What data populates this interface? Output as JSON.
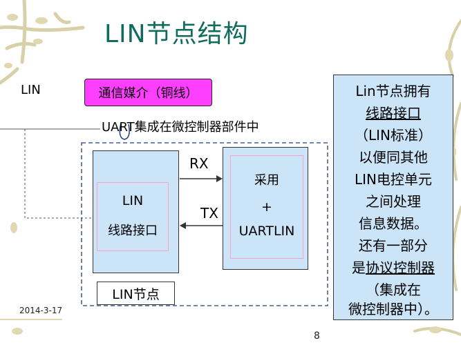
{
  "title": "LIN节点结构",
  "lin_label": "LIN",
  "medium_label": "通信媒介（铜线）",
  "uart_note": "UART集成在微控制器部件中",
  "node": {
    "line1": "LIN",
    "line2": "线路接口",
    "caption": "LIN节点"
  },
  "controller": {
    "line1": "采用",
    "line2": "+",
    "line3": "UARTLIN"
  },
  "arrows": {
    "rx": "RX",
    "tx": "TX"
  },
  "side_text": {
    "l1": "Lin节点拥有",
    "l2": "线路接口",
    "l3": "（LIN标准）",
    "l4": "以便同其他",
    "l5": "LIN电控单元",
    "l6": "之间处理",
    "l7": "信息数据。",
    "l8": "还有一部分",
    "l9a": "是",
    "l9b": "协议控制器",
    "l10": "（集成在",
    "l11": "微控制器中）。"
  },
  "footer": {
    "date": "2014-3-17",
    "page": "8"
  },
  "colors": {
    "title": "#0f6b5c",
    "box_fill": "#cce4f7",
    "medium_fill": "#ff3fff",
    "inner_border": "#ffa0c8"
  }
}
